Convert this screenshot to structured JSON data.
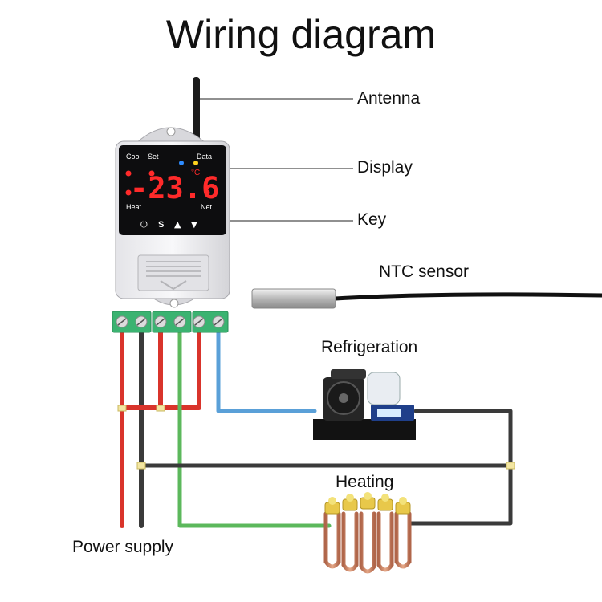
{
  "title": "Wiring diagram",
  "labels": {
    "antenna": "Antenna",
    "display": "Display",
    "key": "Key",
    "ntc_sensor": "NTC sensor",
    "refrigeration": "Refrigeration",
    "heating": "Heating",
    "power_supply": "Power supply"
  },
  "device": {
    "readout": "-23.6",
    "unit": "°C",
    "indicators": {
      "cool": "Cool",
      "set": "Set",
      "data": "Data",
      "heat": "Heat",
      "net": "Net"
    },
    "keys": {
      "power": "⏻",
      "set": "S",
      "up": "▲",
      "down": "▼"
    }
  },
  "colors": {
    "live_wire": "#d9342b",
    "neutral_wire": "#3a3a3a",
    "heating_wire": "#5cb85c",
    "refrigeration_wire": "#5aa0d8",
    "display_digits": "#ff2a2a",
    "terminal_block": "#3bb371"
  }
}
